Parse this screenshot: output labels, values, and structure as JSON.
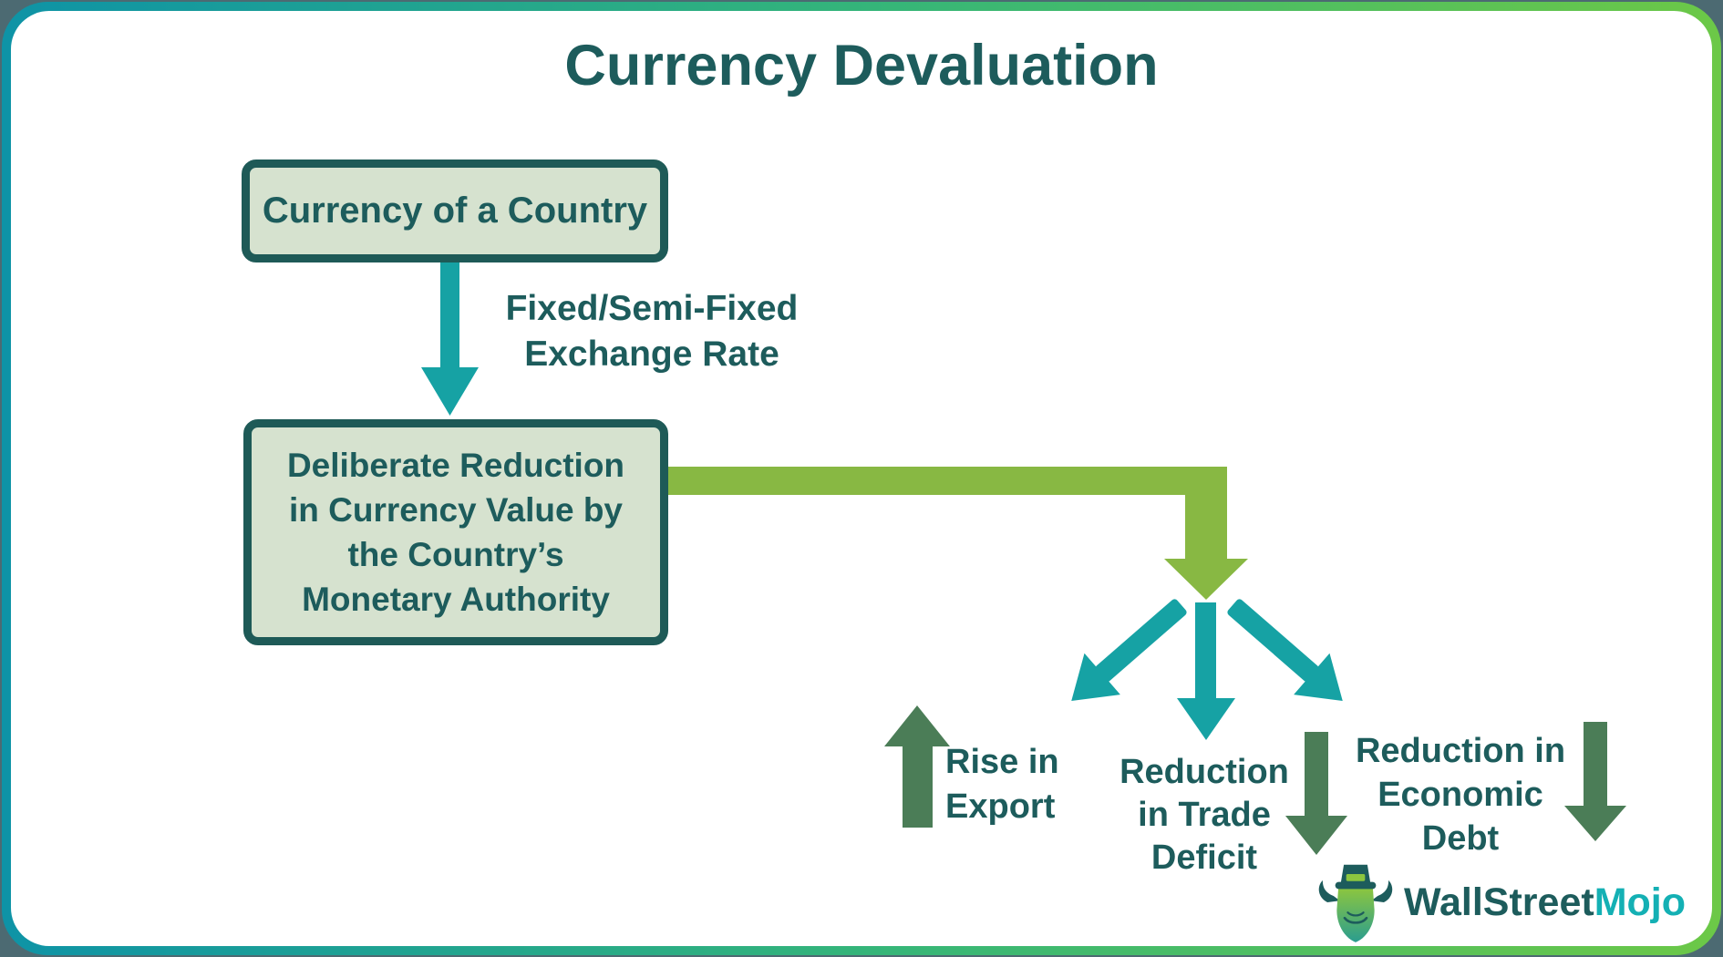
{
  "title": "Currency Devaluation",
  "flow": {
    "box1": {
      "label": "Currency of a Country"
    },
    "edge1": {
      "label_lines": [
        "Fixed/Semi-Fixed",
        "Exchange Rate"
      ]
    },
    "box2": {
      "lines": [
        "Deliberate Reduction",
        "in Currency Value by",
        "the Country’s",
        "Monetary Authority"
      ]
    },
    "outcomes": [
      {
        "direction": "up",
        "lines": [
          "Rise in",
          "Export"
        ]
      },
      {
        "direction": "down",
        "lines": [
          "Reduction",
          "in Trade",
          "Deficit"
        ]
      },
      {
        "direction": "down",
        "lines": [
          "Reduction in",
          "Economic",
          "Debt"
        ]
      }
    ]
  },
  "branding": {
    "wordmark_primary": "WallStreet",
    "wordmark_accent": "Mojo"
  },
  "colors": {
    "text_dark_teal": "#1d5c5c",
    "box_fill": "#d6e2cf",
    "box_border": "#1e5a57",
    "teal_arrow": "#16a2a4",
    "green_arrow": "#88b843",
    "dark_green_arrow": "#4b7d57",
    "frame_gradient_left": "#0e93a6",
    "frame_gradient_mid": "#36b678",
    "frame_gradient_right": "#6cc847",
    "logo_accent": "#14b0b4",
    "outside_background": "#4c6a72"
  }
}
